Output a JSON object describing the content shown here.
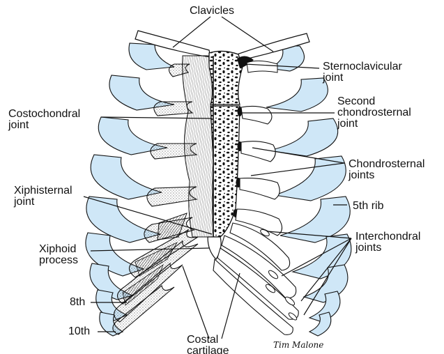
{
  "figure": {
    "labels": {
      "clavicles": "Clavicles",
      "sternoclavicular_joint": [
        "Sternoclavicular",
        "joint"
      ],
      "costochondral_joint": [
        "Costochondral",
        "joint"
      ],
      "second_chondrosternal_joint": [
        "Second",
        "chondrosternal",
        "joint"
      ],
      "chondrosternal_joints": [
        "Chondrosternal",
        "joints"
      ],
      "xiphisternal_joint": [
        "Xiphisternal",
        "joint"
      ],
      "fifth_rib": "5th rib",
      "xiphoid_process": [
        "Xiphoid",
        "process"
      ],
      "interchondral_joints": [
        "Interchondral",
        "joints"
      ],
      "eighth_rib": "8th",
      "tenth_rib": "10th",
      "costal_cartilage": [
        "Costal",
        "cartilage"
      ]
    },
    "signature": "Tim Malone",
    "colors": {
      "rib_bone": "#cfe7f7",
      "outline": "#111111",
      "cartilage": "#ffffff",
      "label_text": "#111111"
    }
  }
}
